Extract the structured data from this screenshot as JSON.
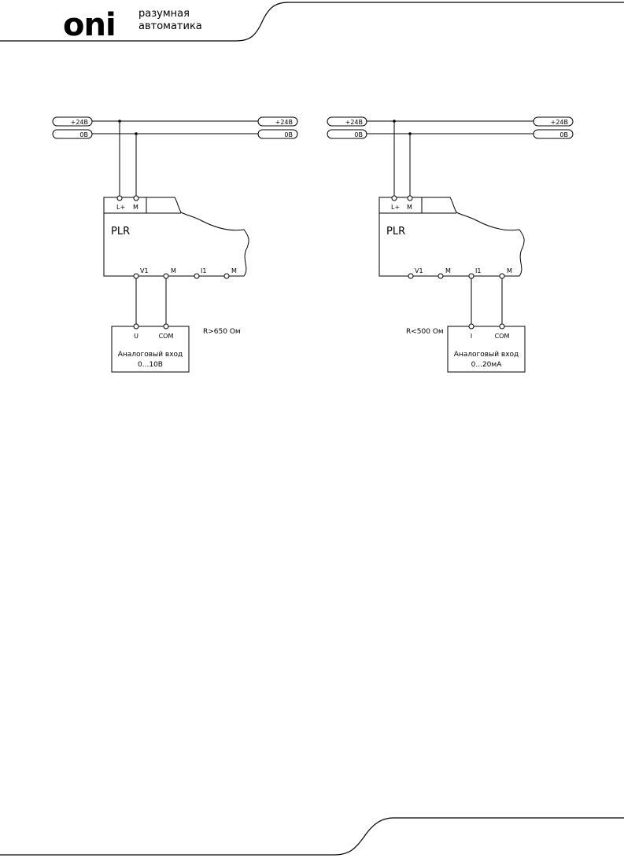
{
  "header": {
    "logo_text": "oni",
    "tagline_line1": "разумная",
    "tagline_line2": "автоматика"
  },
  "diagram_left": {
    "rail_top_left": "+24В",
    "rail_bottom_left": "0В",
    "rail_top_right": "+24В",
    "rail_bottom_right": "0В",
    "power_terminal_1": "L+",
    "power_terminal_2": "M",
    "device_label": "PLR",
    "io_terminal_1": "V1",
    "io_terminal_2": "M",
    "io_terminal_3": "I1",
    "io_terminal_4": "M",
    "sensor_terminal_1": "U",
    "sensor_terminal_2": "COM",
    "sensor_title": "Аналоговый вход",
    "sensor_range": "0...10В",
    "resistance_note": "R>650 Ом"
  },
  "diagram_right": {
    "rail_top_left": "+24В",
    "rail_bottom_left": "0В",
    "rail_top_right": "+24В",
    "rail_bottom_right": "0В",
    "power_terminal_1": "L+",
    "power_terminal_2": "M",
    "device_label": "PLR",
    "io_terminal_1": "V1",
    "io_terminal_2": "M",
    "io_terminal_3": "I1",
    "io_terminal_4": "M",
    "sensor_terminal_1": "I",
    "sensor_terminal_2": "COM",
    "sensor_title": "Аналоговый вход",
    "sensor_range": "0...20мА",
    "resistance_note": "R<500 Ом"
  }
}
